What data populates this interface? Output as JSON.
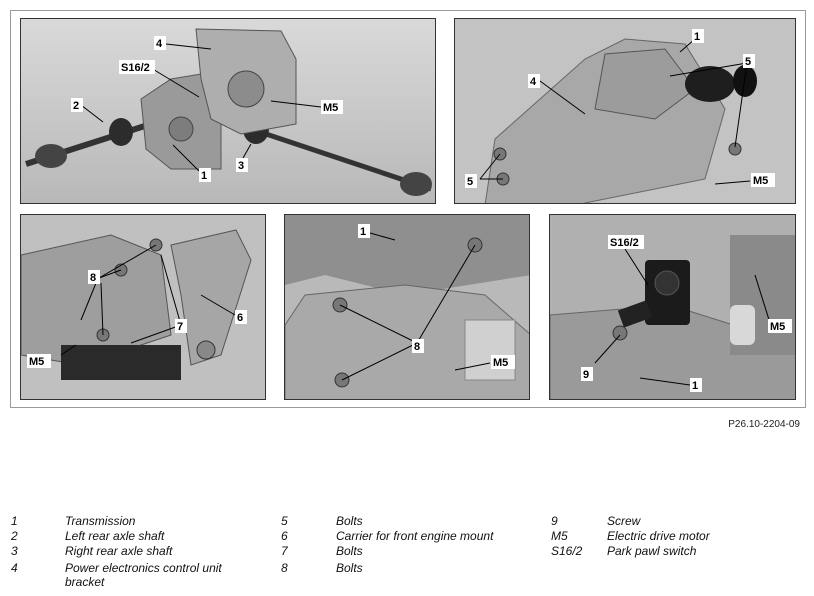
{
  "figure_id": "P26.10-2204-09",
  "panels": [
    {
      "callouts": [
        "4",
        "S16/2",
        "2",
        "M5",
        "3",
        "1"
      ]
    },
    {
      "callouts": [
        "1",
        "5",
        "4",
        "5",
        "M5"
      ]
    },
    {
      "callouts": [
        "8",
        "6",
        "7",
        "M5"
      ]
    },
    {
      "callouts": [
        "1",
        "8",
        "M5"
      ]
    },
    {
      "callouts": [
        "S16/2",
        "M5",
        "9",
        "1"
      ]
    }
  ],
  "legend": [
    {
      "key": "1",
      "text": "Transmission"
    },
    {
      "key": "2",
      "text": "Left rear axle shaft"
    },
    {
      "key": "3",
      "text": "Right rear axle shaft"
    },
    {
      "key": "4",
      "text": "Power electronics control unit bracket"
    },
    {
      "key": "5",
      "text": "Bolts"
    },
    {
      "key": "6",
      "text": "Carrier for front engine mount"
    },
    {
      "key": "7",
      "text": "Bolts"
    },
    {
      "key": "8",
      "text": "Bolts"
    },
    {
      "key": "9",
      "text": "Screw"
    },
    {
      "key": "M5",
      "text": "Electric drive motor"
    },
    {
      "key": "S16/2",
      "text": "Park pawl switch"
    }
  ]
}
